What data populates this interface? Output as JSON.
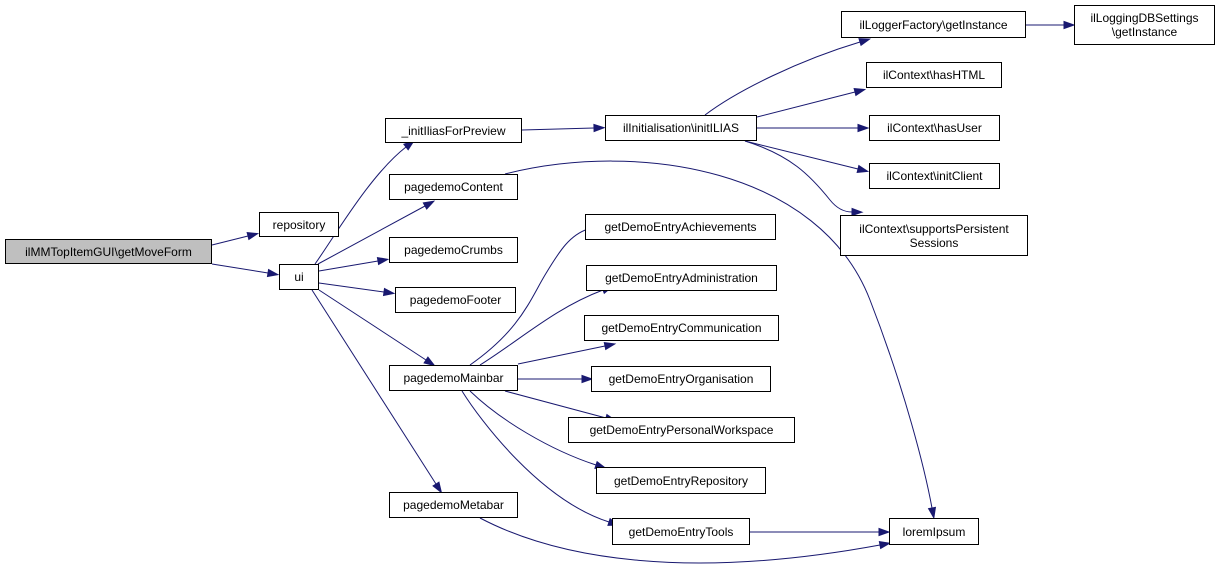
{
  "graph": {
    "nodes": [
      {
        "id": "root",
        "label": "ilMMTopItemGUI\\getMoveForm"
      },
      {
        "id": "repository",
        "label": "repository"
      },
      {
        "id": "ui",
        "label": "ui"
      },
      {
        "id": "initIlias",
        "label": "_initIliasForPreview"
      },
      {
        "id": "pdContent",
        "label": "pagedemoContent"
      },
      {
        "id": "pdCrumbs",
        "label": "pagedemoCrumbs"
      },
      {
        "id": "pdFooter",
        "label": "pagedemoFooter"
      },
      {
        "id": "pdMainbar",
        "label": "pagedemoMainbar"
      },
      {
        "id": "pdMetabar",
        "label": "pagedemoMetabar"
      },
      {
        "id": "initILIAS",
        "label": "ilInitialisation\\initILIAS"
      },
      {
        "id": "loggerFactory",
        "label": "ilLoggerFactory\\getInstance"
      },
      {
        "id": "loggingDB",
        "label": "ilLoggingDBSettings\n\\getInstance"
      },
      {
        "id": "hasHTML",
        "label": "ilContext\\hasHTML"
      },
      {
        "id": "hasUser",
        "label": "ilContext\\hasUser"
      },
      {
        "id": "initClient",
        "label": "ilContext\\initClient"
      },
      {
        "id": "supportsPS",
        "label": "ilContext\\supportsPersistent\nSessions"
      },
      {
        "id": "achievements",
        "label": "getDemoEntryAchievements"
      },
      {
        "id": "administration",
        "label": "getDemoEntryAdministration"
      },
      {
        "id": "communication",
        "label": "getDemoEntryCommunication"
      },
      {
        "id": "organisation",
        "label": "getDemoEntryOrganisation"
      },
      {
        "id": "personalWorkspace",
        "label": "getDemoEntryPersonalWorkspace"
      },
      {
        "id": "entryRepository",
        "label": "getDemoEntryRepository"
      },
      {
        "id": "tools",
        "label": "getDemoEntryTools"
      },
      {
        "id": "loremIpsum",
        "label": "loremIpsum"
      }
    ],
    "edges": [
      [
        "root",
        "repository"
      ],
      [
        "root",
        "ui"
      ],
      [
        "ui",
        "initIlias"
      ],
      [
        "ui",
        "pdContent"
      ],
      [
        "ui",
        "pdCrumbs"
      ],
      [
        "ui",
        "pdFooter"
      ],
      [
        "ui",
        "pdMainbar"
      ],
      [
        "ui",
        "pdMetabar"
      ],
      [
        "initIlias",
        "initILIAS"
      ],
      [
        "initILIAS",
        "loggerFactory"
      ],
      [
        "initILIAS",
        "hasHTML"
      ],
      [
        "initILIAS",
        "hasUser"
      ],
      [
        "initILIAS",
        "initClient"
      ],
      [
        "initILIAS",
        "supportsPS"
      ],
      [
        "loggerFactory",
        "loggingDB"
      ],
      [
        "pdContent",
        "loremIpsum"
      ],
      [
        "pdMainbar",
        "achievements"
      ],
      [
        "pdMainbar",
        "administration"
      ],
      [
        "pdMainbar",
        "communication"
      ],
      [
        "pdMainbar",
        "organisation"
      ],
      [
        "pdMainbar",
        "personalWorkspace"
      ],
      [
        "pdMainbar",
        "entryRepository"
      ],
      [
        "pdMainbar",
        "tools"
      ],
      [
        "tools",
        "loremIpsum"
      ],
      [
        "pdMetabar",
        "loremIpsum"
      ]
    ]
  }
}
